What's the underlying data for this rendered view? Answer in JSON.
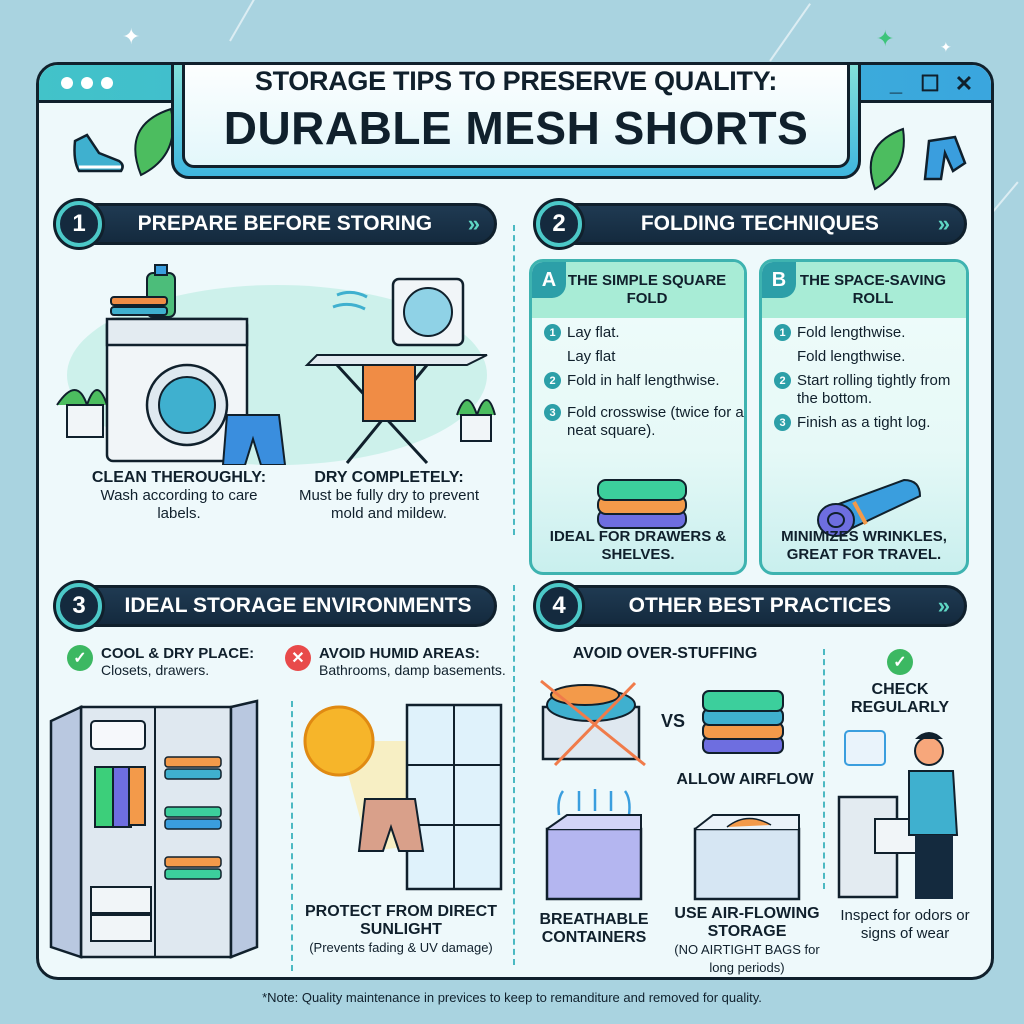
{
  "window": {
    "controls": [
      "_",
      "☐",
      "✕"
    ],
    "title_line1": "STORAGE TIPS TO PRESERVE QUALITY:",
    "title_line2": "DURABLE MESH SHORTS"
  },
  "sections": {
    "s1": {
      "number": "1",
      "title": "PREPARE BEFORE STORING",
      "chevron": "»",
      "items": [
        {
          "heading": "CLEAN THEROUGHLY:",
          "text": "Wash according to care labels.",
          "icon": "washing-machine-icon"
        },
        {
          "heading": "DRY COMPLETELY:",
          "text": "Must be fully dry to prevent mold and mildew.",
          "icon": "drying-rack-fan-icon"
        }
      ]
    },
    "s2": {
      "number": "2",
      "title": "FOLDING TECHNIQUES",
      "chevron": "»",
      "cards": [
        {
          "badge": "A",
          "title": "THE SIMPLE SQUARE FOLD",
          "steps": [
            {
              "n": "1",
              "text": "Lay flat."
            },
            {
              "n": "",
              "text": "Lay flat"
            },
            {
              "n": "2",
              "text": "Fold in half lengthwise."
            },
            {
              "n": "3",
              "text": "Fold crosswise (twice for a neat square)."
            }
          ],
          "footer": "IDEAL FOR DRAWERS & SHELVES.",
          "icon": "folded-stack-icon"
        },
        {
          "badge": "B",
          "title": "THE SPACE-SAVING ROLL",
          "steps": [
            {
              "n": "1",
              "text": "Fold lengthwise."
            },
            {
              "n": "",
              "text": "Fold lengthwise."
            },
            {
              "n": "2",
              "text": "Start rolling tightly from the bottom."
            },
            {
              "n": "3",
              "text": "Finish as a tight log."
            }
          ],
          "footer": "MINIMIZES WRINKLES, GREAT FOR TRAVEL.",
          "icon": "rolled-shorts-icon"
        }
      ]
    },
    "s3": {
      "number": "3",
      "title": "IDEAL STORAGE ENVIRONMENTS",
      "good": {
        "heading": "COOL & DRY PLACE:",
        "text": "Closets, drawers.",
        "icon": "✓"
      },
      "bad": {
        "heading": "AVOID HUMID AREAS:",
        "text": "Bathrooms, damp basements.",
        "icon": "✕"
      },
      "sun": {
        "heading": "PROTECT FROM DIRECT SUNLIGHT",
        "text": "(Prevents fading & UV damage)"
      }
    },
    "s4": {
      "number": "4",
      "title": "OTHER BEST PRACTICES",
      "chevron": "»",
      "overstuff": "AVOID OVER-STUFFING",
      "vs": "VS",
      "airflow": "ALLOW AIRFLOW",
      "breathable": "BREATHABLE CONTAINERS",
      "airflowing": {
        "heading": "USE AIR-FLOWING STORAGE",
        "text": "(NO AIRTIGHT BAGS for long periods)"
      },
      "check": {
        "heading": "CHECK REGULARLY",
        "text": "Inspect for odors or signs of wear",
        "icon": "✓"
      }
    }
  },
  "footnote": "*Note: Quality maintenance in previces to keep to remanditure and removed for quality.",
  "colors": {
    "background": "#a9d3e0",
    "header_dark": "#142a3e",
    "accent_teal": "#4cc9c8",
    "card_header": "#a8ecd6",
    "ok_green": "#3cb862",
    "bad_red": "#e84a4a"
  }
}
